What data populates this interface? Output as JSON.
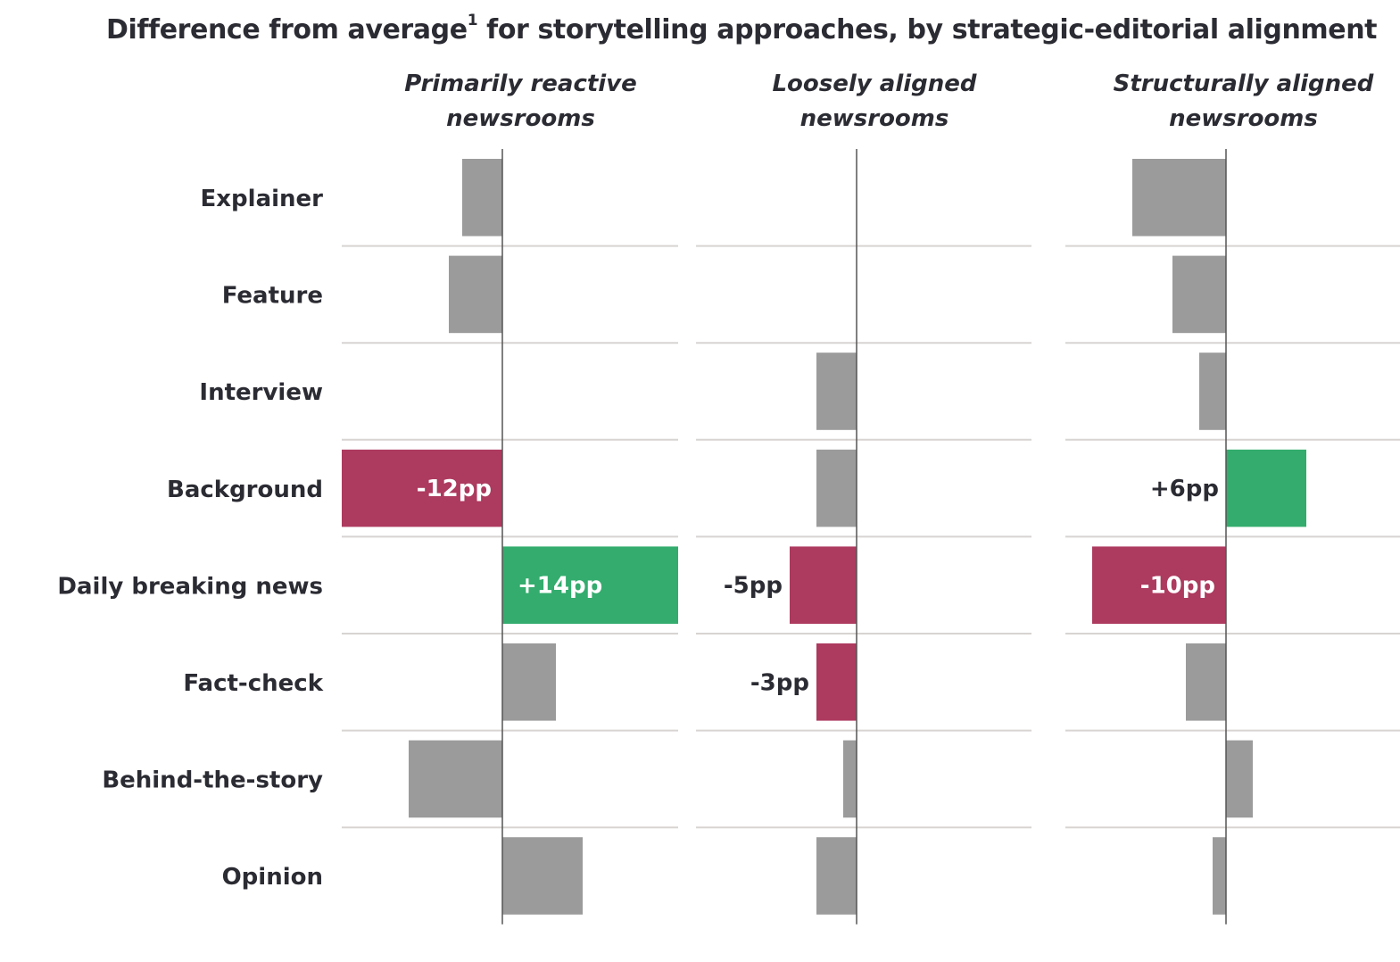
{
  "title_main": "Difference from average",
  "title_sup": "1",
  "title_rest": " for storytelling approaches, by strategic-editorial alignment",
  "colors": {
    "neutral": "#9b9b9b",
    "negative": "#ad3a5f",
    "positive": "#33ac6d",
    "zero_line": "#555555",
    "row_line": "#d8d4d2",
    "text": "#2b2b33"
  },
  "chart_data": {
    "type": "bar",
    "orientation": "horizontal",
    "unit": "pp",
    "title": "Difference from average1 for storytelling approaches, by strategic-editorial alignment",
    "categories": [
      "Explainer",
      "Feature",
      "Interview",
      "Background",
      "Daily breaking news",
      "Fact-check",
      "Behind-the-story",
      "Opinion"
    ],
    "panels": [
      {
        "name_lines": [
          "Primarily reactive",
          "newsrooms"
        ],
        "values": [
          -3,
          -4,
          0,
          -12,
          14,
          4,
          -7,
          6
        ],
        "highlights": [
          null,
          null,
          null,
          "negative",
          "positive",
          null,
          null,
          null
        ],
        "labels": [
          null,
          null,
          null,
          "-12pp",
          "+14pp",
          null,
          null,
          null
        ]
      },
      {
        "name_lines": [
          "Loosely aligned",
          "newsrooms"
        ],
        "values": [
          0,
          0,
          -3,
          -3,
          -5,
          -3,
          -1,
          -3
        ],
        "highlights": [
          null,
          null,
          null,
          null,
          "negative",
          "negative",
          null,
          null
        ],
        "labels": [
          null,
          null,
          null,
          null,
          "-5pp",
          "-3pp",
          null,
          null
        ]
      },
      {
        "name_lines": [
          "Structurally aligned",
          "newsrooms"
        ],
        "values": [
          -7,
          -4,
          -2,
          6,
          -10,
          -3,
          2,
          -1
        ],
        "highlights": [
          null,
          null,
          null,
          "positive",
          "negative",
          null,
          null,
          null
        ],
        "labels": [
          null,
          null,
          null,
          "+6pp",
          "-10pp",
          null,
          null,
          null
        ]
      }
    ]
  }
}
